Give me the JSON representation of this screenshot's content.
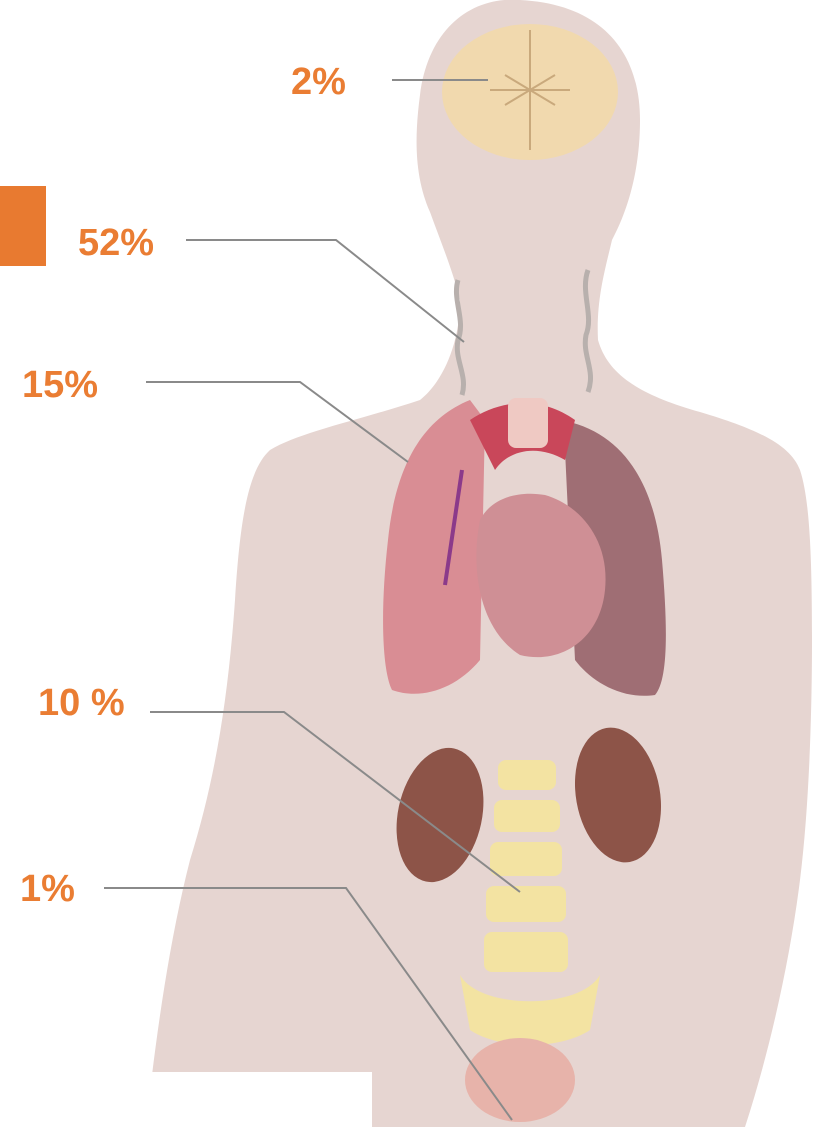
{
  "colors": {
    "label": "#ea7d33",
    "accent_box": "#e87a30",
    "body_silhouette": "#e6d5d1",
    "leader_line": "#8a8a8a",
    "brain": "#f1d9ae",
    "lung_left": "#d98d94",
    "lung_right": "#9f6e74",
    "heart": "#cf8f95",
    "aorta": "#c9475a",
    "kidney": "#8d5448",
    "spine": "#f3e3a2",
    "bladder": "#e7b3aa"
  },
  "labels": {
    "brain": "2%",
    "neck": "52%",
    "lungs": "15%",
    "kidneys": "10 %",
    "bladder": "1%"
  }
}
